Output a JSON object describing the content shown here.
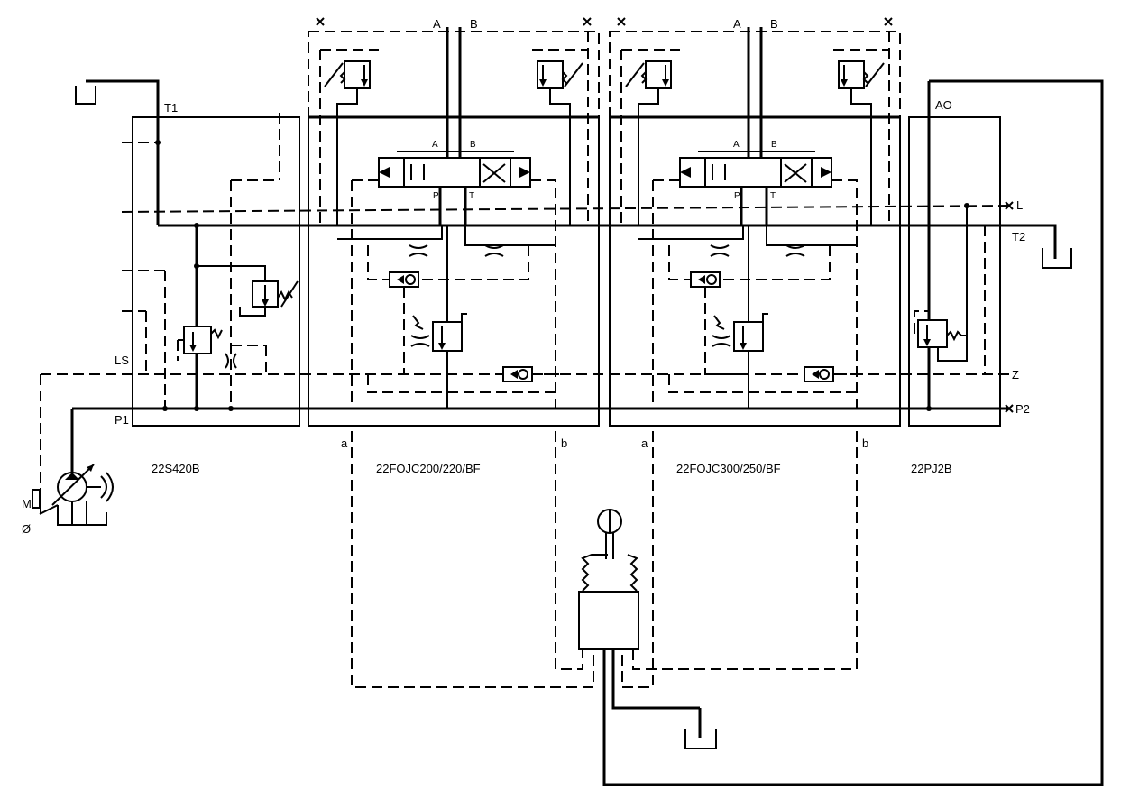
{
  "ports": {
    "t1": "T1",
    "ls": "LS",
    "p1": "P1",
    "m": "M",
    "phi": "Ø",
    "a1": "A",
    "b1": "B",
    "a2": "A",
    "b2": "B",
    "ao": "AO",
    "l": "L",
    "t2": "T2",
    "z": "Z",
    "p2": "P2",
    "pilot_a1": "a",
    "pilot_b1": "b",
    "pilot_a2": "a",
    "pilot_b2": "b"
  },
  "spool_labels": {
    "s1_a": "A",
    "s1_b": "B",
    "s1_p": "P",
    "s1_t": "T",
    "s2_a": "A",
    "s2_b": "B",
    "s2_p": "P",
    "s2_t": "T"
  },
  "models": {
    "inlet": "22S420B",
    "section1": "22FOJC200/220/BF",
    "section2": "22FOJC300/250/BF",
    "end": "22PJ2B"
  }
}
